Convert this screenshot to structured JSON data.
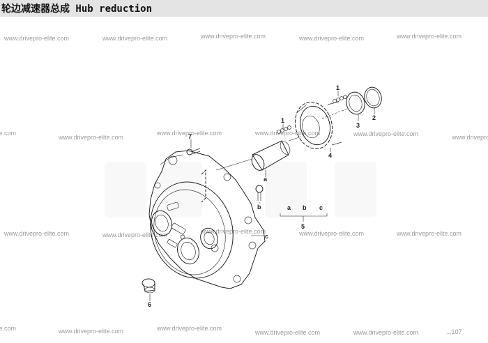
{
  "header": {
    "title": "轮边减速器总成 Hub reduction"
  },
  "watermark": {
    "text": "www.drivepro-elite.com",
    "color": "#9a9a9a"
  },
  "callouts": {
    "c1a": "1",
    "c1b": "1",
    "c2": "2",
    "c3": "3",
    "c4": "4",
    "c5": "5",
    "c6": "6",
    "c7": "7",
    "ca": "a",
    "cb": "b",
    "cc": "c",
    "legend_a": "a",
    "legend_b": "b",
    "legend_c": "c"
  },
  "corner_text": "...107"
}
